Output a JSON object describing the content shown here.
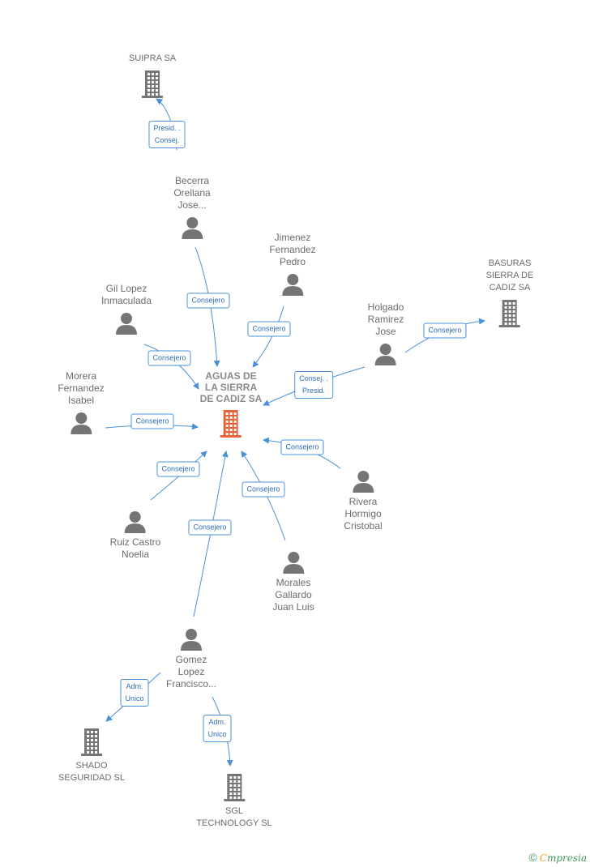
{
  "nodes": [
    {
      "id": "aguas",
      "kind": "center",
      "label": "AGUAS DE\nLA SIERRA\nDE CADIZ SA",
      "color": "#e8623a"
    },
    {
      "id": "suipra",
      "kind": "company",
      "label": "SUIPRA SA",
      "color": "#757575"
    },
    {
      "id": "basuras",
      "kind": "company",
      "label": "BASURAS\nSIERRA DE\nCADIZ SA",
      "color": "#757575"
    },
    {
      "id": "shado",
      "kind": "company",
      "label": "SHADO\nSEGURIDAD SL",
      "color": "#757575"
    },
    {
      "id": "sgl",
      "kind": "company",
      "label": "SGL\nTECHNOLOGY SL",
      "color": "#757575"
    },
    {
      "id": "becerra",
      "kind": "person",
      "label": "Becerra\nOrellana\nJose..."
    },
    {
      "id": "jimenez",
      "kind": "person",
      "label": "Jimenez\nFernandez\nPedro"
    },
    {
      "id": "gil",
      "kind": "person",
      "label": "Gil Lopez\nInmaculada"
    },
    {
      "id": "holgado",
      "kind": "person",
      "label": "Holgado\nRamirez\nJose"
    },
    {
      "id": "morera",
      "kind": "person",
      "label": "Morera\nFernandez\nIsabel"
    },
    {
      "id": "rivera",
      "kind": "person",
      "label": "Rivera\nHormigo\nCristobal"
    },
    {
      "id": "ruiz",
      "kind": "person",
      "label": "Ruiz Castro\nNoelia"
    },
    {
      "id": "morales",
      "kind": "person",
      "label": "Morales\nGallardo\nJuan Luis"
    },
    {
      "id": "gomez",
      "kind": "person",
      "label": "Gomez\nLopez\nFrancisco..."
    }
  ],
  "edges": [
    {
      "from": "becerra",
      "to": "suipra",
      "label": "Presid. .\nConsej."
    },
    {
      "from": "becerra",
      "to": "aguas",
      "label": "Consejero"
    },
    {
      "from": "jimenez",
      "to": "aguas",
      "label": "Consejero"
    },
    {
      "from": "gil",
      "to": "aguas",
      "label": "Consejero"
    },
    {
      "from": "holgado",
      "to": "aguas",
      "label": "Consej. .\nPresid."
    },
    {
      "from": "holgado",
      "to": "basuras",
      "label": "Consejero"
    },
    {
      "from": "morera",
      "to": "aguas",
      "label": "Consejero"
    },
    {
      "from": "rivera",
      "to": "aguas",
      "label": "Consejero"
    },
    {
      "from": "ruiz",
      "to": "aguas",
      "label": "Consejero"
    },
    {
      "from": "morales",
      "to": "aguas",
      "label": "Consejero"
    },
    {
      "from": "gomez",
      "to": "aguas",
      "label": "Consejero"
    },
    {
      "from": "gomez",
      "to": "shado",
      "label": "Adm.\nUnico"
    },
    {
      "from": "gomez",
      "to": "sgl",
      "label": "Adm.\nUnico"
    }
  ],
  "style": {
    "edge_color": "#4a90d9",
    "person_color": "#757575"
  },
  "footer": {
    "copyright": "©",
    "brand_first": "C",
    "brand_rest": "mpresia"
  }
}
